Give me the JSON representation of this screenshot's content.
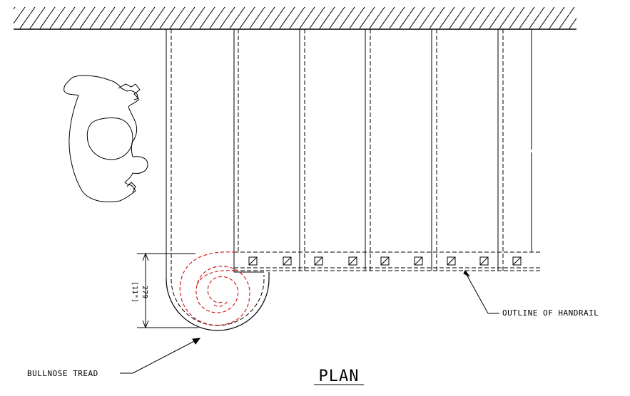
{
  "title": "PLAN",
  "labels": {
    "bullnose": "BULLNOSE TREAD",
    "handrail": "OUTLINE OF HANDRAIL"
  },
  "dimension": {
    "metric": "279",
    "imperial": "[11\"]"
  },
  "colors": {
    "line": "#000000",
    "handrail_scroll": "#d21e1e",
    "background": "#ffffff"
  },
  "icons": [
    "person-figure-icon",
    "balluster-square-icon"
  ]
}
